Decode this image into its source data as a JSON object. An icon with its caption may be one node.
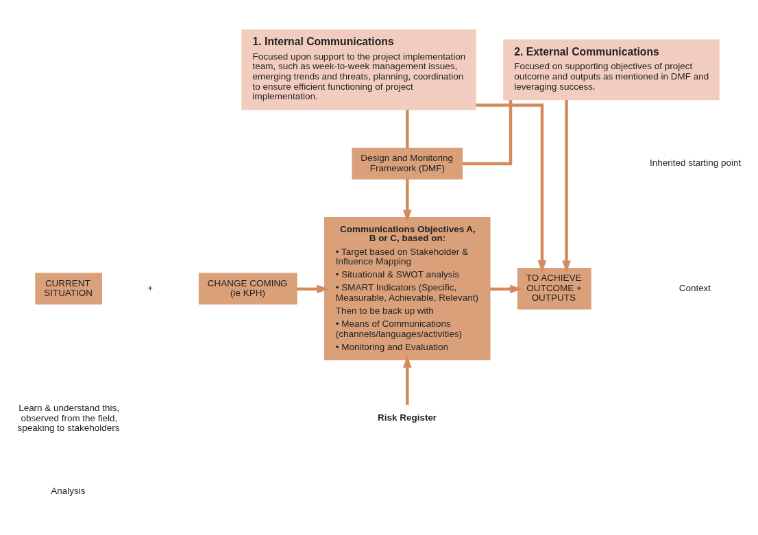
{
  "diagram": {
    "nodes": [
      {
        "text": [
          "1. Internal Communications",
          "Focused upon support to the project implementation team, such as week-to-week management issues, emerging trends and threats, planning, coordination to ensure efficient functioning of project implementation."
        ]
      },
      {
        "text": [
          "2. External Communications",
          "Focused on supporting objectives of project outcome and outputs as mentioned in DMF and leveraging success."
        ]
      },
      {
        "text": [
          "Design and Monitoring Framework (DMF)"
        ]
      },
      {
        "text": [
          "CURRENT SITUATION"
        ]
      },
      {
        "text": [
          "CHANGE COMING (ie KPH)"
        ]
      },
      {
        "text": [
          "Communications Objectives A, B or C, based on:",
          "• Target based on Stakeholder & Influence Mapping",
          "• Situational & SWOT analysis",
          "• SMART Indicators (Specific, Measurable, Achievable, Relevant)",
          "Then to be back up with",
          "• Means of Communications (channels/languages/activities)",
          "• Monitoring and Evaluation"
        ]
      },
      {
        "text": [
          "TO ACHIEVE OUTCOME + OUTPUTS"
        ]
      },
      {
        "text": [
          "Risk Register"
        ]
      }
    ],
    "edges": [
      {
        "from": 0,
        "to": 6,
        "arrow": "to"
      },
      {
        "from": 0,
        "to": 2,
        "arrow": "none"
      },
      {
        "from": 1,
        "to": 6,
        "arrow": "to"
      },
      {
        "from": 1,
        "to": 2,
        "arrow": "none"
      },
      {
        "from": 2,
        "to": 5,
        "arrow": "to"
      },
      {
        "from": 4,
        "to": 5,
        "arrow": "to"
      },
      {
        "from": 5,
        "to": 6,
        "arrow": "to"
      },
      {
        "from": 7,
        "to": 5,
        "arrow": "to"
      }
    ],
    "labels": [
      "Inherited starting point",
      "Context",
      "+",
      "Learn & understand this, observed from the field, speaking to stakeholders",
      "Analysis"
    ]
  }
}
